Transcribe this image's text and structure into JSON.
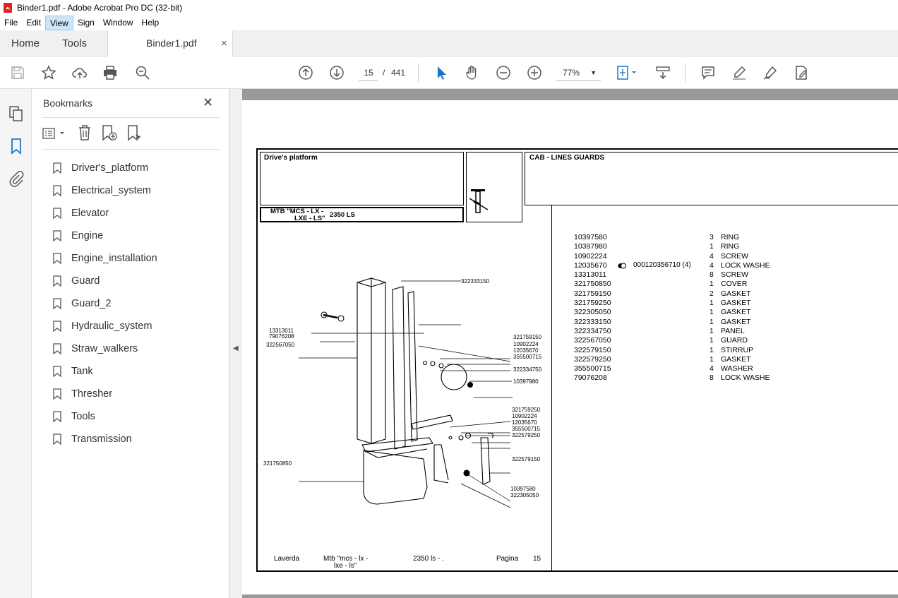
{
  "window": {
    "title": "Binder1.pdf - Adobe Acrobat Pro DC (32-bit)"
  },
  "menu": [
    "File",
    "Edit",
    "View",
    "Sign",
    "Window",
    "Help"
  ],
  "tabs": {
    "home": "Home",
    "tools": "Tools",
    "doc": "Binder1.pdf",
    "close": "×"
  },
  "toolbar": {
    "page_current": "15",
    "page_sep": "/",
    "page_total": "441",
    "zoom": "77%"
  },
  "bookmarks": {
    "title": "Bookmarks",
    "close": "✕",
    "items": [
      "Driver's_platform",
      "Electrical_system",
      "Elevator",
      "Engine",
      "Engine_installation",
      "Guard",
      "Guard_2",
      "Hydraulic_system",
      "Straw_walkers",
      "Tank",
      "Thresher",
      "Tools",
      "Transmission"
    ]
  },
  "document": {
    "section": "Drive's platform",
    "heading": "CAB - LINES GUARDS",
    "model_line1": "MTB \"MCS - LX -",
    "model_line2": "LXE - LS\"",
    "model_suffix": "2350  LS",
    "callouts": [
      "322333150",
      "13313011",
      "79076208",
      "322567050",
      "321759150",
      "10902224",
      "12035670",
      "355500715",
      "322334750",
      "10397980",
      "321759250",
      "10902224",
      "12035670",
      "355500715",
      "322579250",
      "322579150",
      "321750850",
      "10397580",
      "322305050"
    ],
    "parts": [
      {
        "code": "10397580",
        "qty": "3",
        "desc": "RING"
      },
      {
        "code": "10397980",
        "qty": "1",
        "desc": "RING"
      },
      {
        "code": "10902224",
        "qty": "4",
        "desc": "SCREW"
      },
      {
        "code": "12035670",
        "alt": "000120356710  (4)",
        "qty": "4",
        "desc": "LOCK WASHE"
      },
      {
        "code": "13313011",
        "qty": "8",
        "desc": "SCREW"
      },
      {
        "code": "321750850",
        "qty": "1",
        "desc": "COVER"
      },
      {
        "code": "321759150",
        "qty": "2",
        "desc": "GASKET"
      },
      {
        "code": "321759250",
        "qty": "1",
        "desc": "GASKET"
      },
      {
        "code": "322305050",
        "qty": "1",
        "desc": "GASKET"
      },
      {
        "code": "322333150",
        "qty": "1",
        "desc": "GASKET"
      },
      {
        "code": "322334750",
        "qty": "1",
        "desc": "PANEL"
      },
      {
        "code": "322567050",
        "qty": "1",
        "desc": "GUARD"
      },
      {
        "code": "322579150",
        "qty": "1",
        "desc": "STIRRUP"
      },
      {
        "code": "322579250",
        "qty": "1",
        "desc": "GASKET"
      },
      {
        "code": "355500715",
        "qty": "4",
        "desc": "WASHER"
      },
      {
        "code": "79076208",
        "qty": "8",
        "desc": "LOCK WASHE"
      }
    ],
    "footer": {
      "brand": "Laverda",
      "model1": "Mtb \"mcs - lx -",
      "model2": "lxe - ls\"",
      "series": "2350  ls - .",
      "page_label": "Pagina",
      "page_num": "15"
    }
  }
}
